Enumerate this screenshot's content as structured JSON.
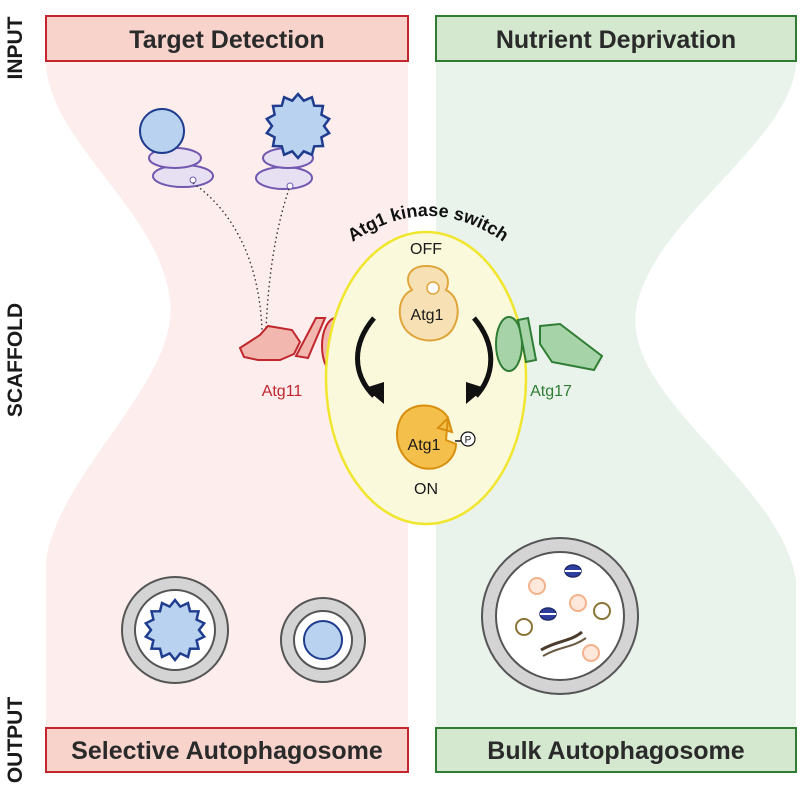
{
  "side_labels": {
    "input": "INPUT",
    "scaffold": "SCAFFOLD",
    "output": "OUTPUT"
  },
  "boxes": {
    "target_detection": "Target Detection",
    "nutrient_deprivation": "Nutrient Deprivation",
    "selective_autophagosome": "Selective Autophagosome",
    "bulk_autophagosome": "Bulk Autophagosome"
  },
  "proteins": {
    "atg11": "Atg11",
    "atg17": "Atg17"
  },
  "kinase_switch": {
    "title": "Atg1 kinase switch",
    "off_label": "OFF",
    "on_label": "ON",
    "atg1_off": "Atg1",
    "atg1_on": "Atg1",
    "phospho": "P"
  },
  "colors": {
    "selective_fill": "#f7d3cc",
    "selective_border": "#c1272d",
    "bulk_fill": "#d4e8cf",
    "bulk_border": "#2e7d32",
    "switch_fill": "#fbf9dc",
    "switch_border": "#f1e62e",
    "atg1_off": "#f7e1b4",
    "atg1_on": "#f4c04b",
    "cargo": "#b9d2ef",
    "cargo_border": "#1f3c8f"
  }
}
